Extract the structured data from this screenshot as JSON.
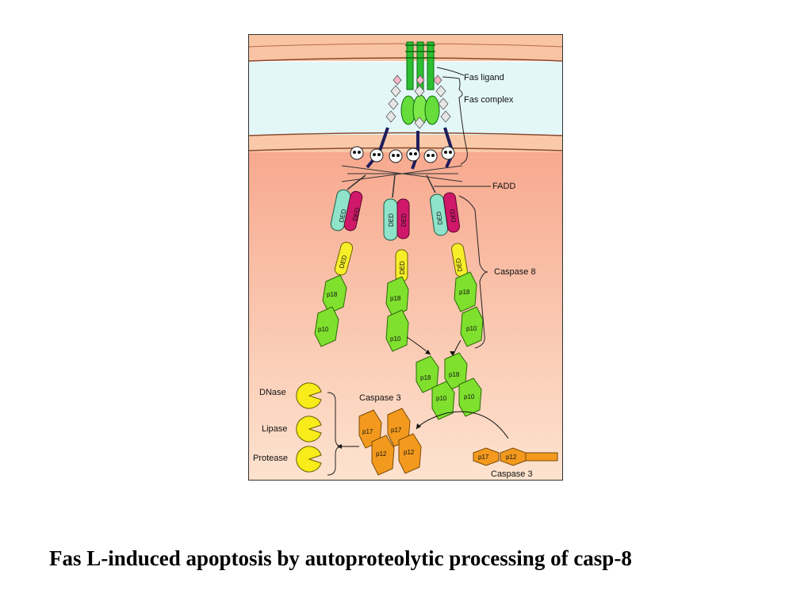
{
  "figure": {
    "labels": {
      "fas_ligand": "Fas ligand",
      "fas_complex": "Fas complex",
      "fadd": "FADD",
      "caspase8": "Caspase 8",
      "caspase3_active": "Caspase 3",
      "caspase3_pro": "Caspase 3",
      "dnase": "DNase",
      "lipase": "Lipase",
      "protease": "Protease"
    },
    "domain_labels": {
      "ded": "DED",
      "p18": "p18",
      "p10": "p10",
      "p17": "p17",
      "p12": "p12"
    },
    "colors": {
      "extracellular": "#e4f7f8",
      "cytoplasm": "#f9b59a",
      "membrane": "#f9c9a8",
      "ded_teal": "#8ee3c8",
      "ded_red": "#d0186a",
      "ded_yellow": "#f7ee2a",
      "caspase8_green": "#7fe02e",
      "caspase3_orange": "#f39a1e",
      "pacman_yellow": "#f8ec1a"
    }
  },
  "caption": {
    "text": "Fas L-induced apoptosis by autoproteolytic processing of casp-8"
  }
}
